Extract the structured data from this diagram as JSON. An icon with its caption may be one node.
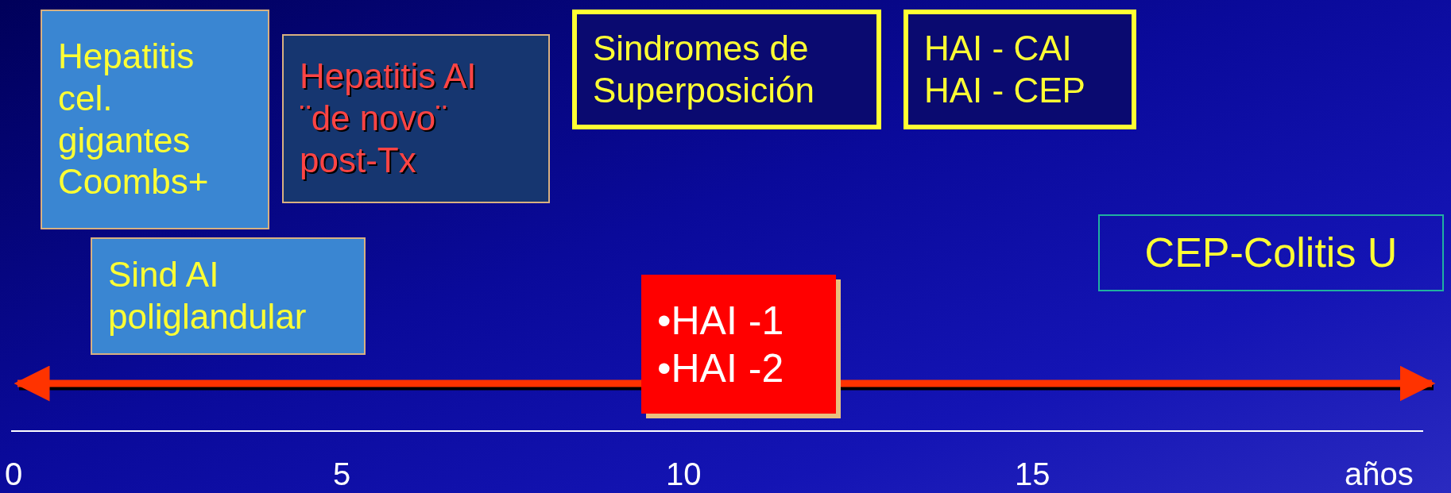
{
  "diagram": {
    "nodes": [
      {
        "text": [
          "Hepatitis cel. gigantes Coombs+"
        ]
      },
      {
        "text": [
          "Hepatitis AI ¨de novo¨ post-Tx"
        ]
      },
      {
        "text": [
          "Sindromes de Superposición"
        ]
      },
      {
        "text": [
          "HAI - CAI",
          "HAI - CEP"
        ]
      },
      {
        "text": [
          "CEP-Colitis U"
        ]
      },
      {
        "text": [
          "Sind AI poliglandular"
        ]
      },
      {
        "text": [
          "•HAI -1",
          "•HAI -2"
        ]
      }
    ],
    "edges": [],
    "labels": [
      "0",
      "5",
      "10",
      "15",
      "años"
    ]
  }
}
